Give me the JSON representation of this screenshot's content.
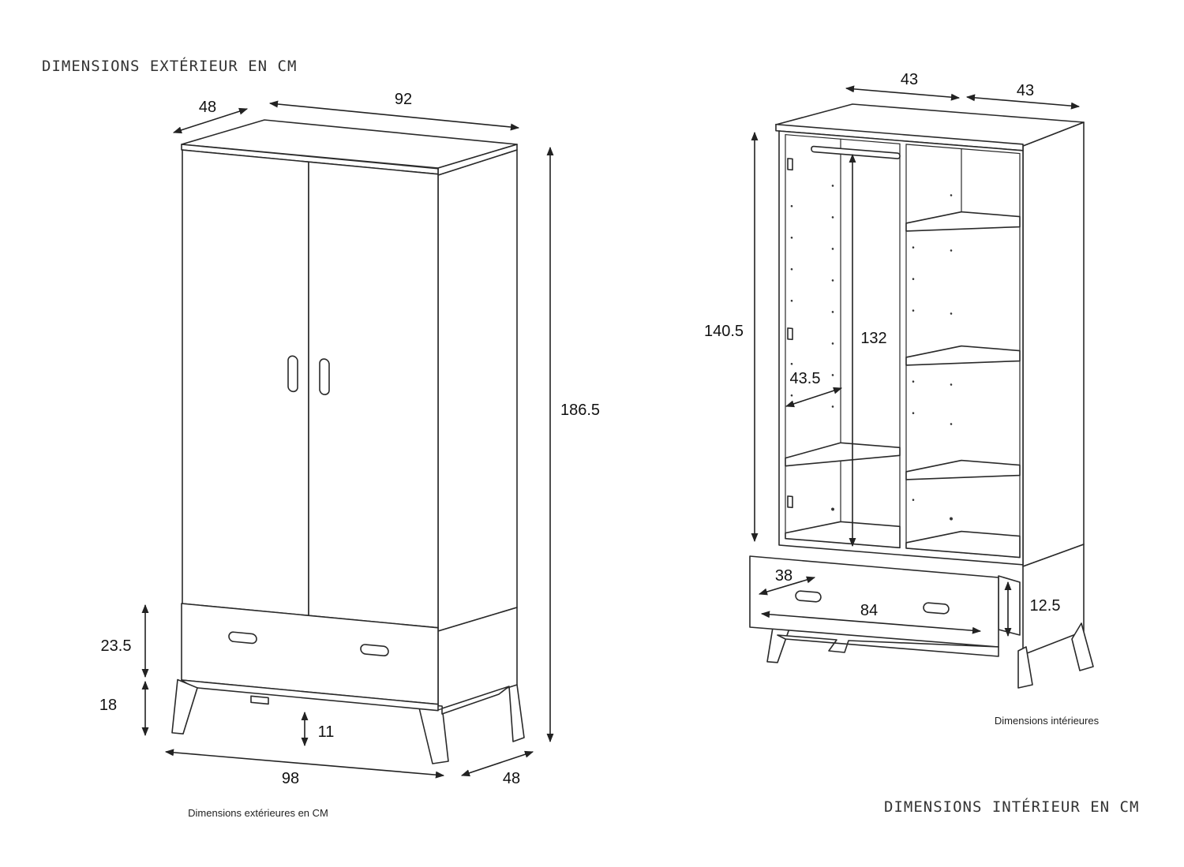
{
  "exterior": {
    "title": "DIMENSIONS EXTÉRIEUR EN CM",
    "caption": "Dimensions extérieures en CM",
    "dims": {
      "depth_top": "48",
      "width_top": "92",
      "height_total": "186.5",
      "drawer_height": "23.5",
      "leg_height": "18",
      "floor_clearance": "11",
      "width_bottom": "98",
      "depth_bottom": "48"
    }
  },
  "interior": {
    "title": "DIMENSIONS INTÉRIEUR EN CM",
    "caption": "Dimensions intérieures",
    "dims": {
      "left_width": "43",
      "right_width": "43",
      "height_inner": "140.5",
      "hanging_height": "132",
      "inner_depth": "43.5",
      "drawer_depth": "38",
      "drawer_width": "84",
      "drawer_height": "12.5"
    }
  }
}
